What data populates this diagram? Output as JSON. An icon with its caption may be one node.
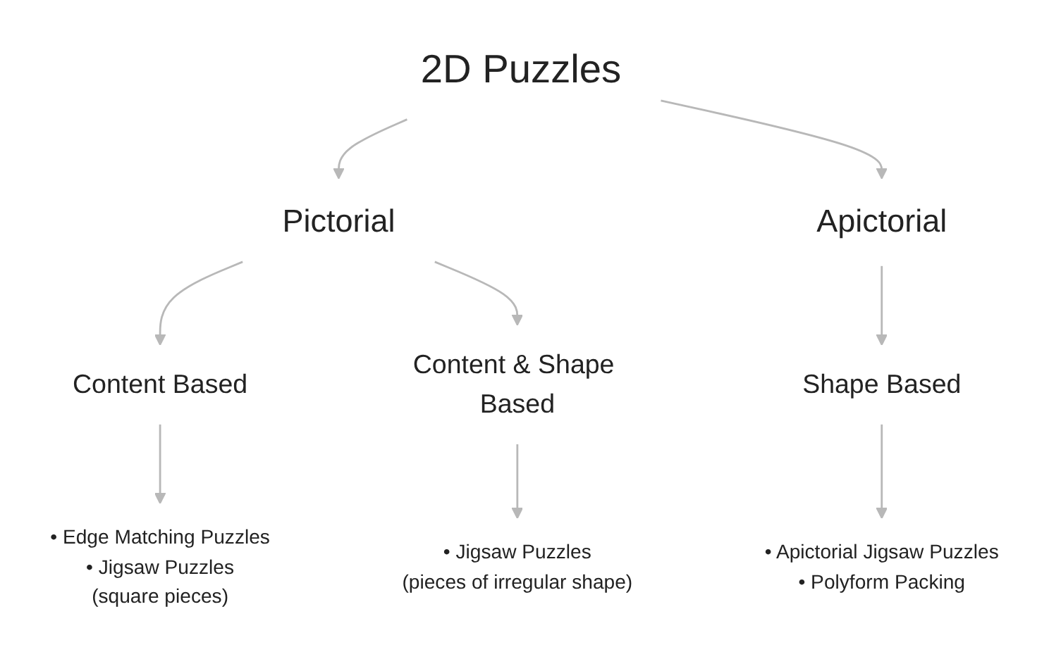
{
  "diagram": {
    "nodes": [
      {
        "text": [
          "2D Puzzles"
        ]
      },
      {
        "text": [
          "Pictorial"
        ]
      },
      {
        "text": [
          "Apictorial"
        ]
      },
      {
        "text": [
          "Content Based"
        ]
      },
      {
        "text": [
          "Content & Shape Based"
        ]
      },
      {
        "text": [
          "Shape Based"
        ]
      },
      {
        "text": [
          "• Edge Matching Puzzles",
          "• Jigsaw Puzzles",
          "(square pieces)"
        ]
      },
      {
        "text": [
          "• Jigsaw Puzzles",
          "(pieces of irregular shape)"
        ]
      },
      {
        "text": [
          "• Apictorial Jigsaw Puzzles",
          "• Polyform Packing"
        ]
      }
    ],
    "edges": [
      {
        "from": 0,
        "to": 1,
        "arrow": "to"
      },
      {
        "from": 0,
        "to": 2,
        "arrow": "to"
      },
      {
        "from": 1,
        "to": 3,
        "arrow": "to"
      },
      {
        "from": 1,
        "to": 4,
        "arrow": "to"
      },
      {
        "from": 2,
        "to": 5,
        "arrow": "to"
      },
      {
        "from": 3,
        "to": 6,
        "arrow": "to"
      },
      {
        "from": 4,
        "to": 7,
        "arrow": "to"
      },
      {
        "from": 5,
        "to": 8,
        "arrow": "to"
      }
    ]
  }
}
